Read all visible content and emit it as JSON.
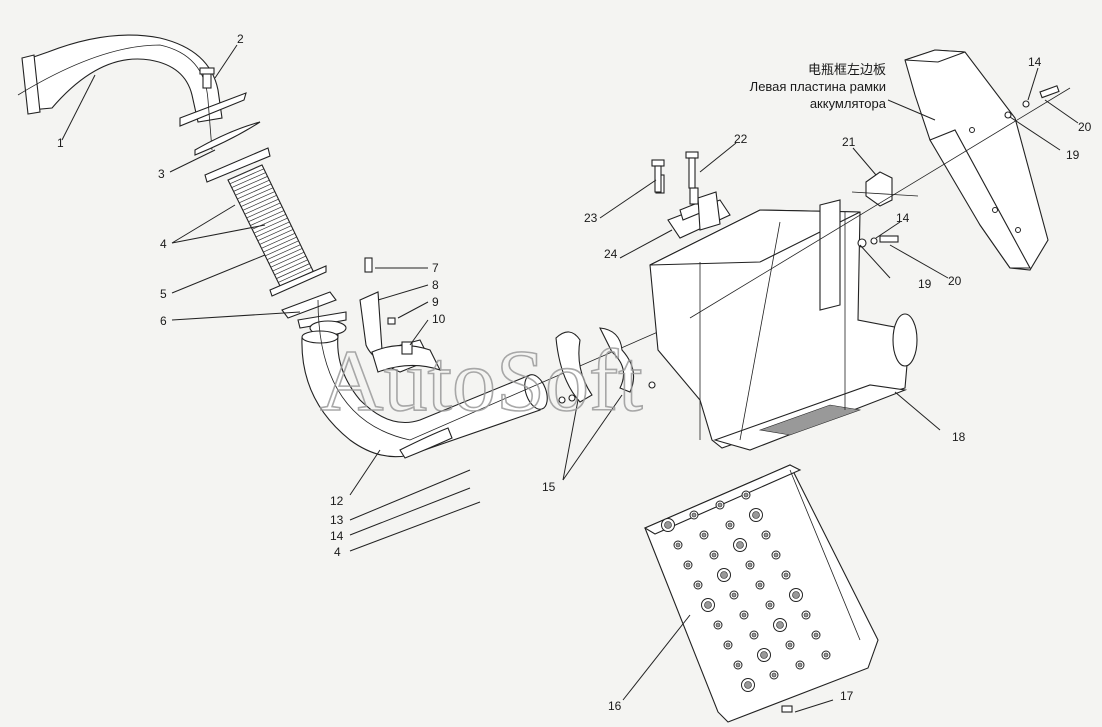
{
  "watermark": "AutoSoft",
  "caption": {
    "line1": "电瓶框左边板",
    "line2": "Левая пластина рамки",
    "line3": "аккумлятора"
  },
  "callouts": {
    "c1": "1",
    "c2": "2",
    "c3": "3",
    "c4a": "4",
    "c4b": "4",
    "c5": "5",
    "c6": "6",
    "c7": "7",
    "c8": "8",
    "c9": "9",
    "c10": "10",
    "c12": "12",
    "c13": "13",
    "c14a": "14",
    "c14b": "14",
    "c14c": "14",
    "c15": "15",
    "c16": "16",
    "c17": "17",
    "c18": "18",
    "c19a": "19",
    "c19b": "19",
    "c20a": "20",
    "c20b": "20",
    "c21": "21",
    "c22": "22",
    "c23": "23",
    "c24": "24"
  }
}
